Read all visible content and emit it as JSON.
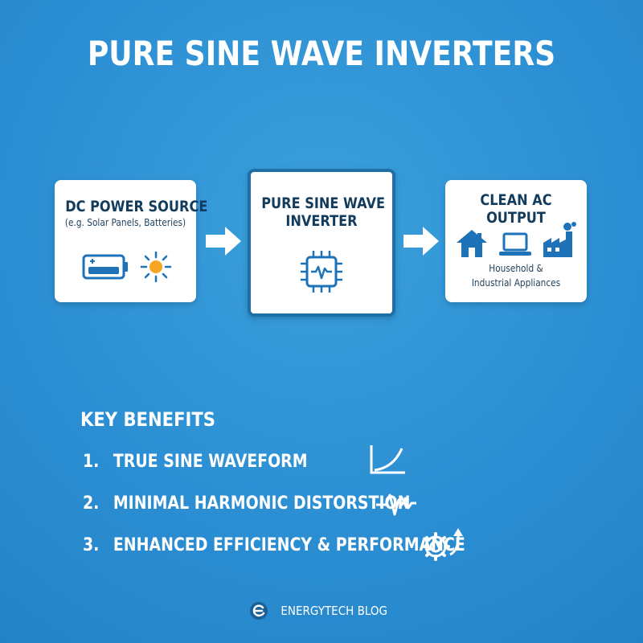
{
  "title": "PURE SINE WAVE INVERTERS",
  "flow": {
    "source": {
      "heading": "DC POWER SOURCE",
      "subtitle": "(e.g. Solar Panels, Batteries)",
      "icons": [
        "battery-icon",
        "sun-icon"
      ]
    },
    "inverter": {
      "heading_line1": "PURE SINE WAVE",
      "heading_line2": "INVERTER",
      "icons": [
        "chip-waveform-icon"
      ]
    },
    "output": {
      "heading_line1": "CLEAN AC",
      "heading_line2": "OUTPUT",
      "subtitle_line1": "Household &",
      "subtitle_line2": "Industrial Appliances",
      "icons": [
        "house-icon",
        "laptop-icon",
        "factory-icon"
      ]
    }
  },
  "benefits": {
    "title": "KEY BENEFITS",
    "items": [
      {
        "number": "1.",
        "label": "TRUE SINE WAVEFORM",
        "icon": "curve-graph-icon"
      },
      {
        "number": "2.",
        "label": "MINIMAL HARMONIC DISTORSTION",
        "icon": "pulse-wave-icon"
      },
      {
        "number": "3.",
        "label": "ENHANCED EFFICIENCY & PERFORMANCE",
        "icon": "gear-arrow-icon"
      }
    ]
  },
  "footer": {
    "brand": "ENERGYTECH BLOG",
    "icon": "energytech-logo-icon"
  },
  "colors": {
    "background": "#2c8fd3",
    "box": "#ffffff",
    "text_dark": "#123b5c",
    "icon_blue": "#1e73b8",
    "accent_orange": "#f5a623"
  }
}
